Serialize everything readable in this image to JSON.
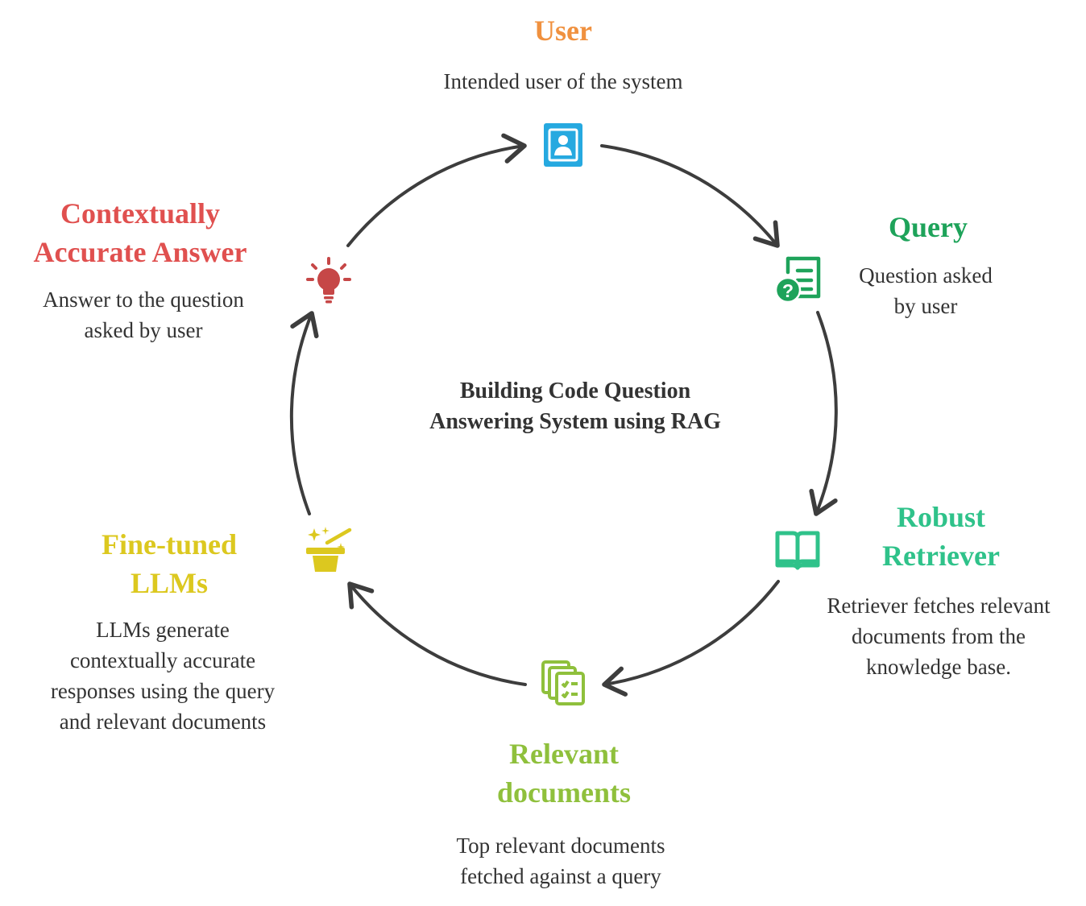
{
  "center_title": [
    "Building Code Question",
    "Answering System using RAG"
  ],
  "colors": {
    "user": "#f0913f",
    "query": "#1ea35a",
    "retriever": "#2fc28a",
    "documents": "#8fc03c",
    "llms": "#dcc81f",
    "answer": "#e0504f",
    "arrow": "#3d3d3d",
    "text": "#333333"
  },
  "nodes": [
    {
      "id": "user",
      "icon": "user-profile-icon",
      "title": [
        "User"
      ],
      "desc": [
        "Intended user of the system"
      ]
    },
    {
      "id": "query",
      "icon": "question-document-icon",
      "title": [
        "Query"
      ],
      "desc": [
        "Question asked",
        "by user"
      ]
    },
    {
      "id": "retriever",
      "icon": "open-book-icon",
      "title": [
        "Robust",
        "Retriever"
      ],
      "desc": [
        "Retriever fetches relevant",
        "documents from the",
        "knowledge base."
      ]
    },
    {
      "id": "documents",
      "icon": "stacked-documents-icon",
      "title": [
        "Relevant",
        "documents"
      ],
      "desc": [
        "Top relevant documents",
        "fetched against a query"
      ]
    },
    {
      "id": "llms",
      "icon": "magic-hat-icon",
      "title": [
        "Fine-tuned",
        "LLMs"
      ],
      "desc": [
        "LLMs generate",
        "contextually accurate",
        "responses using the query",
        "and relevant documents"
      ]
    },
    {
      "id": "answer",
      "icon": "lightbulb-icon",
      "title": [
        "Contextually",
        "Accurate Answer"
      ],
      "desc": [
        "Answer to the question",
        "asked by user"
      ]
    }
  ]
}
